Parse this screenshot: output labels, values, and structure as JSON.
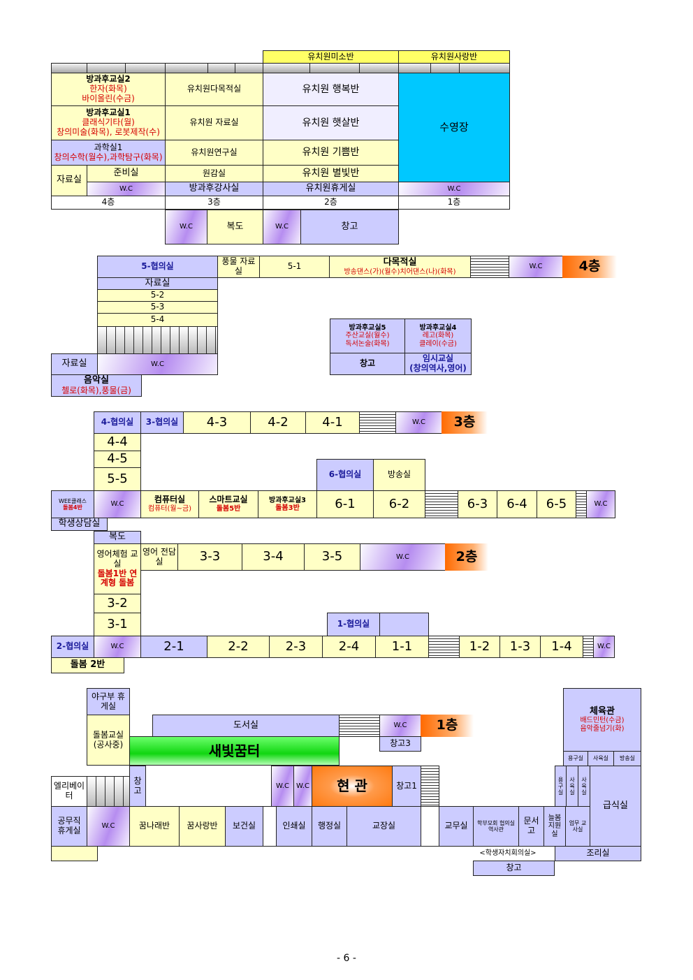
{
  "page_number": "- 6 -",
  "kindergarten": {
    "col_headers": [
      "유치원미소반",
      "유치원사랑반"
    ],
    "rooms": {
      "r4a_t": "방과후교실2",
      "r4a_l1": "한자(화목)",
      "r4a_l2": "바이올린(수금)",
      "r4b_t": "방과후교실1",
      "r4b_l1": "클래식기타(월)",
      "r4b_l2": "창의미술(화목), 로봇제작(수)",
      "r4c_t": "과학실1",
      "r4c_l1": "창의수학(월수),과학탐구(화목)",
      "r4d": "자료실",
      "r4e": "준비실",
      "r4f": "W.C",
      "r3a": "유치원다목적실",
      "r3b": "유치원 자료실",
      "r3c": "유치원연구실",
      "r3d": "원감실",
      "r3e": "방과후강사실",
      "r2a": "유치원 행복반",
      "r2b": "유치원 햇살반",
      "r2c": "유치원 기쁨반",
      "r2d": "유치원 별빛반",
      "r2e": "유치원휴게실",
      "r1a": "수영장",
      "r1b": "W.C",
      "f4": "4층",
      "f3": "3층",
      "f2": "2층",
      "f1": "1층",
      "b_wc1": "W.C",
      "b_hall": "복도",
      "b_wc2": "W.C",
      "b_store": "창고"
    }
  },
  "floor4": {
    "label": "4층",
    "r1": "5-협의실",
    "r2": "풍물 자료실",
    "r3": "5-1",
    "r4_t": "다목적실",
    "r4_l": "방송댄스(가)(월수)치어댄스(나)(화목)",
    "r5": "W.C",
    "r6": "자료실",
    "r7": "5-2",
    "r8": "5-3",
    "r9": "5-4",
    "r10": "자료실",
    "r11": "W.C",
    "r12_t": "음악실",
    "r12_l": "첼로(화목),풍물(금)",
    "a5_t": "방과후교실5",
    "a5_l1": "주산교실(월수)",
    "a5_l2": "독서논술(화목)",
    "a4_t": "방과후교실4",
    "a4_l1": "레고(화목)",
    "a4_l2": "클레이(수금)",
    "a_store": "창고",
    "a_tmp_t": "임시교실",
    "a_tmp_l": "(창의역사,영어)"
  },
  "floor3": {
    "label": "3층",
    "r1": "4-협의실",
    "r2": "3-협의실",
    "r3": "4-3",
    "r4": "4-2",
    "r5": "4-1",
    "r6": "W.C",
    "r7": "4-4",
    "r8": "4-5",
    "r9": "5-5",
    "r10": "6-협의실",
    "r11": "방송실",
    "r12_t": "WEE클래스",
    "r12_l": "돌봄4반",
    "r13": "W.C",
    "r14_t": "컴퓨터실",
    "r14_l": "컴퓨터(월~금)",
    "r15_t": "스마트교실",
    "r15_l": "돌봄5반",
    "r16_t": "방과후교실3",
    "r16_l": "돌봄3반",
    "r17": "6-1",
    "r18": "6-2",
    "r19": "6-3",
    "r20": "6-4",
    "r21": "6-5",
    "r22": "W.C",
    "r23": "학생상담실"
  },
  "floor2": {
    "label": "2층",
    "r1": "복도",
    "r2_t": "영어체험 교실",
    "r2_l": "돌봄1반 연계형 돌봄",
    "r3": "영어 전담실",
    "r4": "3-3",
    "r5": "3-4",
    "r6": "3-5",
    "r7": "W.C",
    "r8": "3-2",
    "r9": "3-1",
    "r10": "1-협의실",
    "r11": "2-협의실",
    "r12": "W.C",
    "r13": "2-1",
    "r14": "2-2",
    "r15": "2-3",
    "r16": "2-4",
    "r17": "1-1",
    "r18": "1-2",
    "r19": "1-3",
    "r20": "1-4",
    "r21": "W.C",
    "r22": "돌봄 2반"
  },
  "floor1": {
    "label": "1층",
    "r1": "야구부 휴게실",
    "r2": "돌봄교실 (공사중)",
    "r3": "도서실",
    "r4": "W.C",
    "r5": "새빛꿈터",
    "r6": "창고3",
    "r7": "엘리베이터",
    "r8": "창고",
    "r9": "W.C",
    "r10": "W.C",
    "r11": "현 관",
    "r12": "창고1",
    "r13": "공무직 휴게실",
    "r14": "W.C",
    "r15": "꿈나래반",
    "r16": "꿈사랑반",
    "r17": "보건실",
    "r18": "인쇄실",
    "r19": "행정실",
    "r20": "교장실",
    "r21": "교무실",
    "r22": "학부모회 협의실 역사관",
    "r23": "문서고",
    "r24": "늘봄 지원실",
    "r25": "업무 교사실",
    "gym_t": "체육관",
    "gym_l1": "배드민턴(수금)",
    "gym_l2": "음악줄넘기(화)",
    "g1": "용구실",
    "g2": "사육실",
    "g3": "방송실",
    "g4": "용구실",
    "g5": "사육실",
    "g6": "사육실",
    "r26": "급식실",
    "r27": "<학생자치회의실>",
    "r28": "조리실",
    "r29": "창고"
  }
}
